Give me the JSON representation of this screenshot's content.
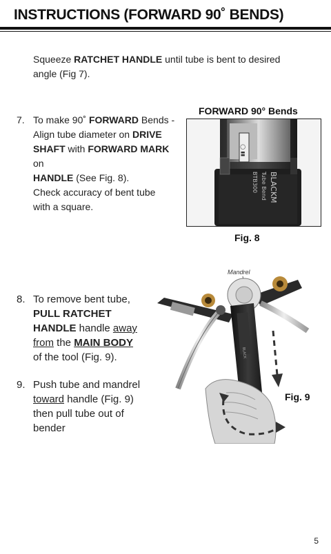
{
  "header": {
    "title": "INSTRUCTIONS (FORWARD 90˚ BENDS)"
  },
  "intro": {
    "p1": "Squeeze ",
    "b1": "RATCHET HANDLE",
    "p2": " until tube is bent to desired",
    "line2": "angle (Fig 7)."
  },
  "step7": {
    "number": "7.",
    "l1a": "To make 90˚ ",
    "l1b": "FORWARD",
    "l1c": " Bends -",
    "l2a": "Align tube diameter on ",
    "l2b": "DRIVE",
    "l3a": "SHAFT",
    "l3b": " with ",
    "l3c": "FORWARD MARK",
    "l3d": " on",
    "l4a": "HANDLE",
    "l4b": " (See Fig. 8).",
    "l5": "Check accuracy of bent tube",
    "l6": "with a square."
  },
  "fig8": {
    "caption_top": "FORWARD 90° Bends",
    "label": "Fig. 8",
    "brand_text": "BLACKM",
    "model_text": "Tube Bend",
    "model_code": "BTB300"
  },
  "step8": {
    "number": "8.",
    "l1": "To remove bent tube,",
    "l2": "PULL RATCHET",
    "l3a": "HANDLE",
    "l3b": " handle ",
    "l3c": "away",
    "l4a": "from",
    "l4b": " the ",
    "l4c": "MAIN BODY",
    "l5": "of the tool (Fig. 9)."
  },
  "step9": {
    "number": "9.",
    "l1": "Push tube and mandrel",
    "l2a": "toward",
    "l2b": " handle (Fig. 9)",
    "l3": "then pull tube out of",
    "l4": "bender"
  },
  "fig9": {
    "mandrel_label": "Mandrel",
    "label": "Fig. 9"
  },
  "footer": {
    "page_number": "5"
  },
  "colors": {
    "text": "#1a1a1a",
    "rule": "#111111",
    "arrow": "#333333"
  }
}
